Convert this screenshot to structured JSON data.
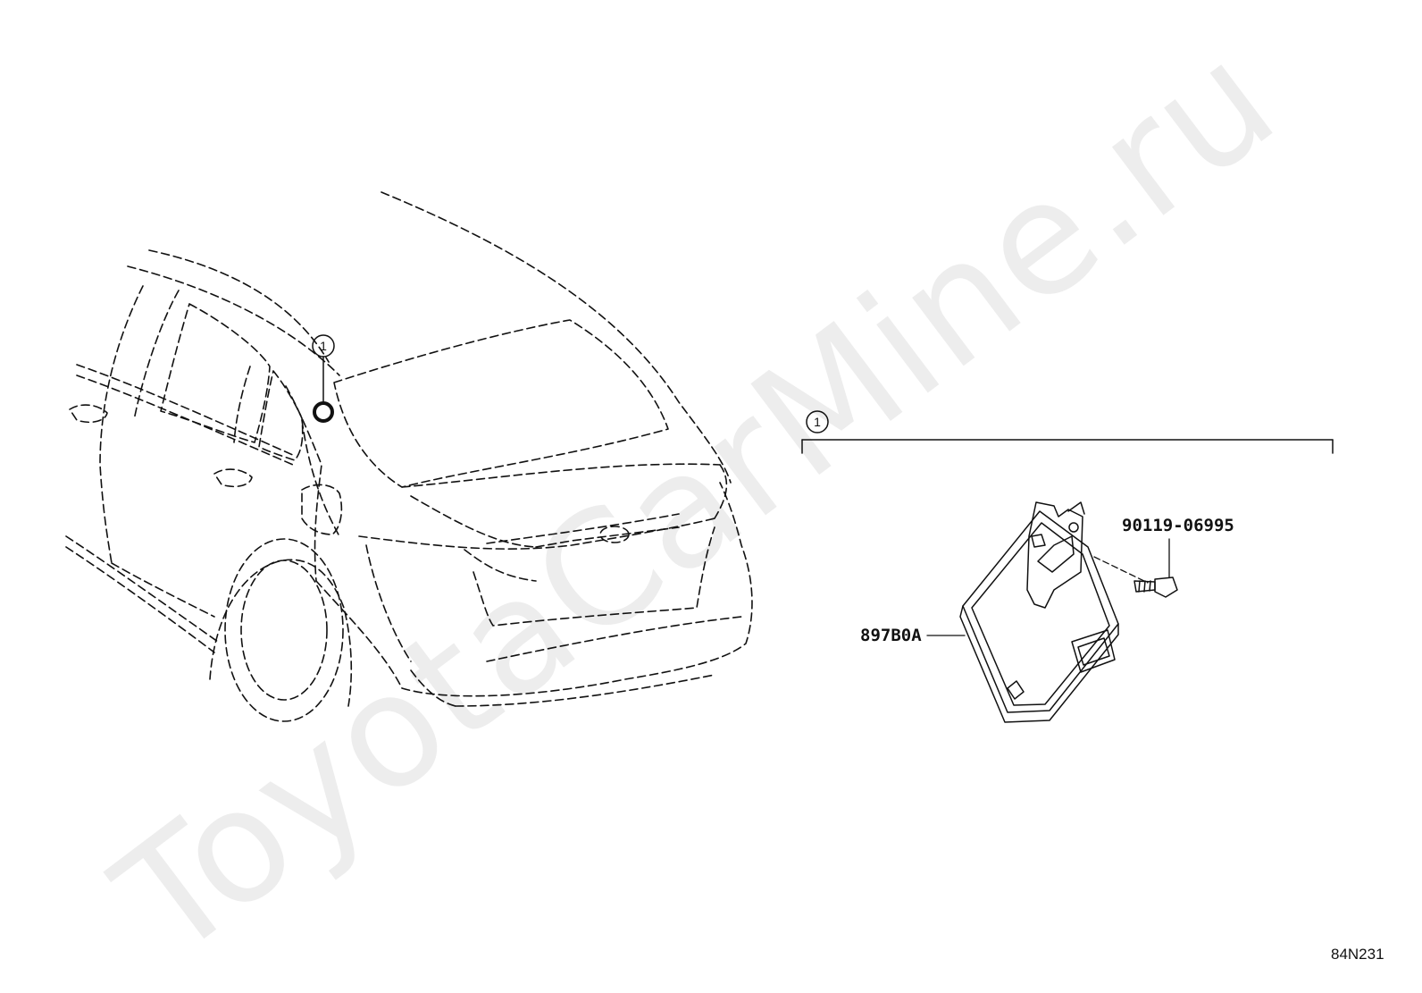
{
  "watermark": "ToyotaCarMine.ru",
  "callouts": {
    "on_vehicle": "1",
    "group_bracket": "1"
  },
  "parts": {
    "bolt_number": "90119-06995",
    "module_number": "897B0A"
  },
  "figure_ref": "84N231"
}
